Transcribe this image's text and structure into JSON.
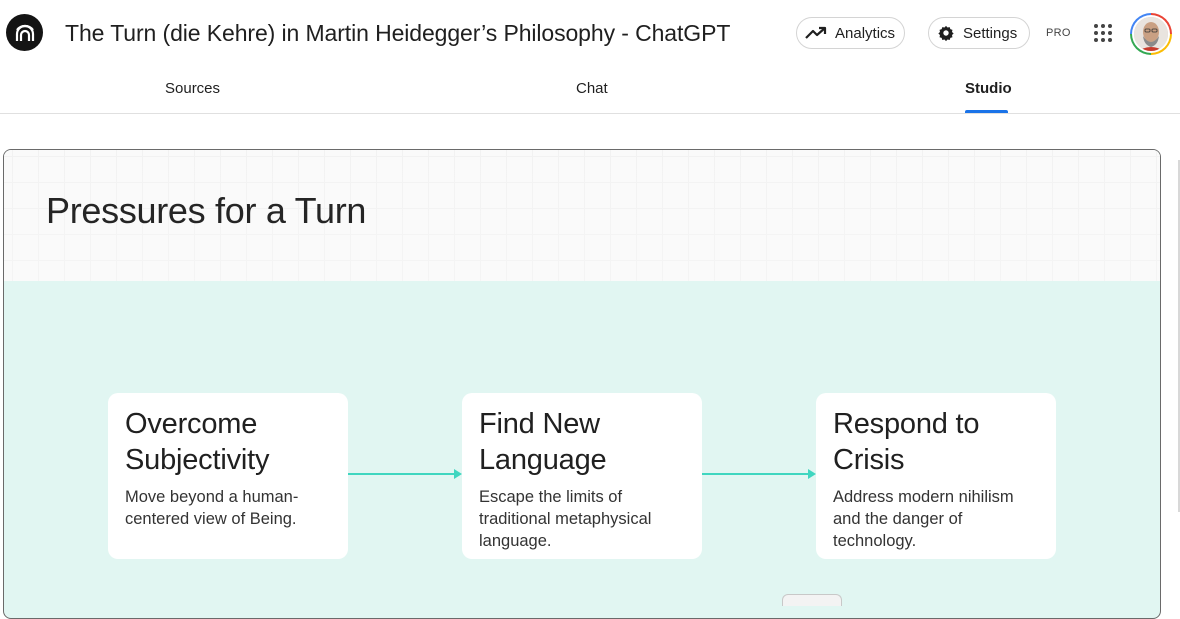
{
  "header": {
    "title": "The Turn (die Kehre) in Martin Heidegger’s Philosophy - ChatGPT",
    "logo_icon": "notebook-logo-icon",
    "analytics_label": "Analytics",
    "settings_label": "Settings",
    "plan_badge": "PRO",
    "apps_icon": "apps-grid-icon",
    "avatar_icon": "user-avatar"
  },
  "tabs": [
    {
      "label": "Sources",
      "active": false
    },
    {
      "label": "Chat",
      "active": false
    },
    {
      "label": "Studio",
      "active": true
    }
  ],
  "colors": {
    "accent": "#1a73e8",
    "slide_background": "#e1f6f2",
    "arrow": "#3fd6c0"
  },
  "slide": {
    "title": "Pressures for a Turn",
    "cards": [
      {
        "title_line1": "Overcome",
        "title_line2": "Subjectivity",
        "desc_line1": "Move beyond a human-",
        "desc_line2": "centered view of Being.",
        "desc_line3": ""
      },
      {
        "title_line1": "Find New",
        "title_line2": "Language",
        "desc_line1": "Escape the limits of",
        "desc_line2": "traditional metaphysical",
        "desc_line3": "language."
      },
      {
        "title_line1": "Respond to",
        "title_line2": "Crisis",
        "desc_line1": "Address modern nihilism",
        "desc_line2": "and the danger of",
        "desc_line3": "technology."
      }
    ]
  }
}
